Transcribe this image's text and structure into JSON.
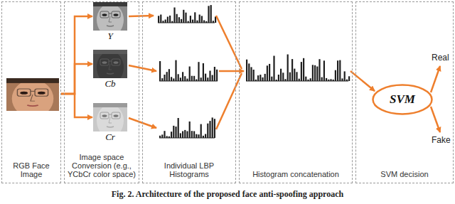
{
  "diagram": {
    "caption": "Fig. 2. Architecture of the proposed face anti-spoofing approach",
    "nodes": [
      {
        "text": [
          "RGB Face Image"
        ]
      },
      {
        "text": [
          "Image space Conversion (e.g., YCbCr color space)"
        ]
      },
      {
        "text": [
          "Y"
        ],
        "in": 1
      },
      {
        "text": [
          "Cb"
        ],
        "in": 1
      },
      {
        "text": [
          "Cr"
        ],
        "in": 1
      },
      {
        "text": [
          "Individual LBP Histograms"
        ]
      },
      {
        "text": [
          "Histogram concatenation"
        ]
      },
      {
        "text": [
          "SVM decision"
        ]
      },
      {
        "text": [
          "SVM"
        ],
        "in": 7
      }
    ],
    "edges": [
      {
        "from": 0,
        "to": 2,
        "arrow": "to"
      },
      {
        "from": 0,
        "to": 3,
        "arrow": "to"
      },
      {
        "from": 0,
        "to": 4,
        "arrow": "to"
      }
    ],
    "labels": [
      "Real",
      "Fake"
    ]
  }
}
